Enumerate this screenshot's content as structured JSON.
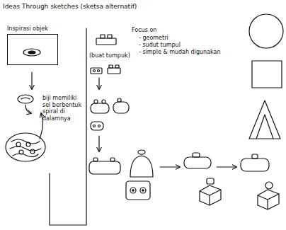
{
  "diagram": {
    "title": "Ideas Through sketches (sketsa alternatif)",
    "nodes": [
      {
        "text": [
          "Inspirasi objek"
        ]
      }
    ],
    "labels": [
      "Focus on",
      "- geometri",
      "- sudut tumpul",
      "- simple & mudah digunakan",
      "(buat tumpuk)",
      "biji memiliki sel berbentuk spiral di dalamnya"
    ]
  }
}
